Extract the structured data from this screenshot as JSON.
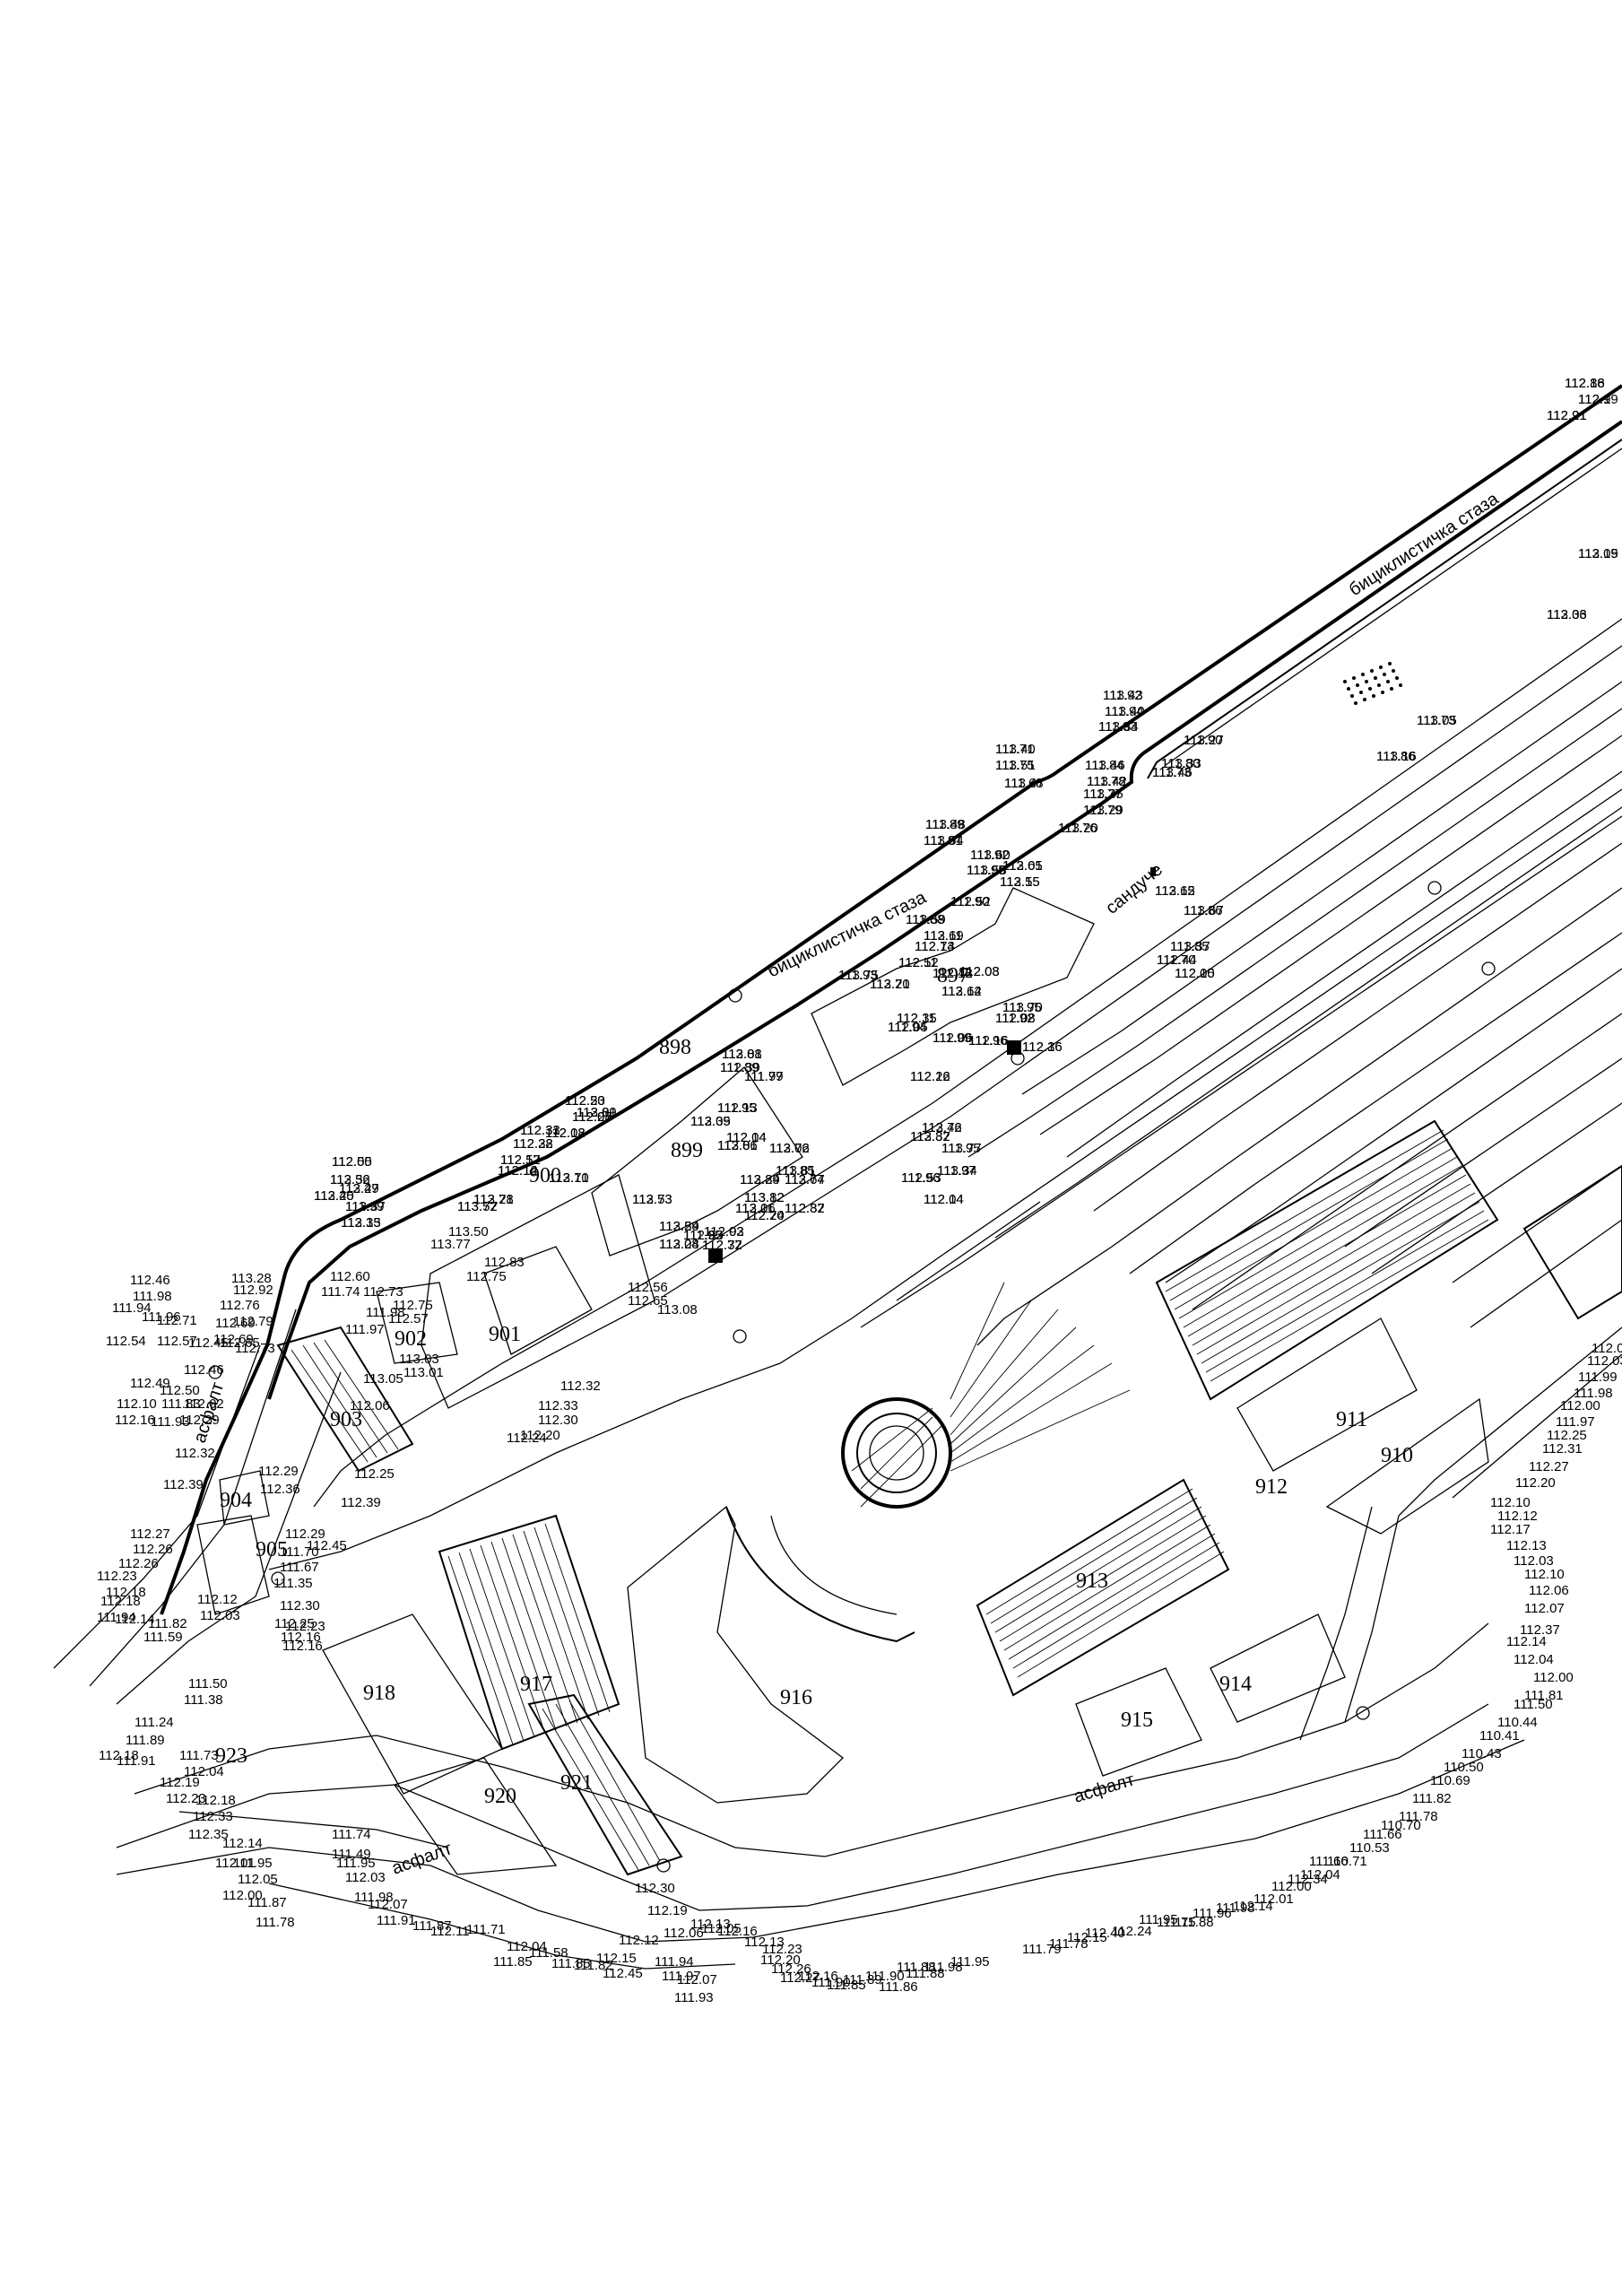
{
  "street_labels": {
    "bike_path_upper": "бициклистичка стаза",
    "bike_path_lower": "бициклистичка стаза",
    "asphalt_left": "асфалт",
    "asphalt_bottom": "асфалт",
    "asphalt_right": "асфалт",
    "box_label": "сандуче"
  },
  "parcels": [
    {
      "id": "p897",
      "label": "897"
    },
    {
      "id": "p898",
      "label": "898"
    },
    {
      "id": "p899",
      "label": "899"
    },
    {
      "id": "p900",
      "label": "900"
    },
    {
      "id": "p901",
      "label": "901"
    },
    {
      "id": "p902",
      "label": "902"
    },
    {
      "id": "p903",
      "label": "903"
    },
    {
      "id": "p904",
      "label": "904"
    },
    {
      "id": "p905",
      "label": "905"
    },
    {
      "id": "p910",
      "label": "910"
    },
    {
      "id": "p911",
      "label": "911"
    },
    {
      "id": "p912",
      "label": "912"
    },
    {
      "id": "p913",
      "label": "913"
    },
    {
      "id": "p914",
      "label": "914"
    },
    {
      "id": "p915",
      "label": "915"
    },
    {
      "id": "p916",
      "label": "916"
    },
    {
      "id": "p917",
      "label": "917"
    },
    {
      "id": "p918",
      "label": "918"
    },
    {
      "id": "p920",
      "label": "920"
    },
    {
      "id": "p921",
      "label": "921"
    },
    {
      "id": "p923",
      "label": "923"
    }
  ],
  "elevations": [
    "112.86",
    "112.9",
    "112.91",
    "113.19",
    "113.36",
    "113.43",
    "113.40",
    "113.34",
    "113.27",
    "113.33",
    "113.46",
    "113.40",
    "113.51",
    "113.47",
    "113.46",
    "113.42",
    "113.35",
    "113.29",
    "113.20",
    "113.05",
    "113.16",
    "113.48",
    "113.54",
    "113.60",
    "113.58",
    "113.61",
    "113.55",
    "113.62",
    "113.67",
    "113.37",
    "112.44",
    "112.15",
    "112.52",
    "113.59",
    "113.69",
    "112.74",
    "112.52",
    "112.03",
    "112.48",
    "113.64",
    "113.70",
    "113.75",
    "113.70",
    "112.35",
    "111.94",
    "112.08",
    "112.06",
    "112.16",
    "112.16",
    "112.12",
    "113.72",
    "113.82",
    "113.77",
    "113.34",
    "112.53",
    "112.04",
    "112.50",
    "112.28",
    "112.08",
    "113.81",
    "113.81",
    "113.39",
    "113.81",
    "112.39",
    "111.77",
    "112.13",
    "112.14",
    "113.76",
    "113.81",
    "113.77",
    "113.89",
    "113.82",
    "112.87",
    "112.70",
    "112.31",
    "112.28",
    "112.17",
    "112.12",
    "113.71",
    "113.78",
    "113.73",
    "113.59",
    "113.24",
    "113.11",
    "112.92",
    "112.83",
    "112.72",
    "112.00",
    "113.52",
    "113.45",
    "113.49",
    "113.37",
    "113.33",
    "113.57",
    "113.50",
    "113.72",
    "113.77",
    "112.83",
    "112.75",
    "112.56",
    "112.65",
    "113.08",
    "113.28",
    "112.92",
    "112.76",
    "112.79",
    "112.69",
    "112.69",
    "112.65",
    "112.73",
    "112.73",
    "112.60",
    "111.74",
    "111.98",
    "111.97",
    "112.75",
    "112.57",
    "112.46",
    "111.98",
    "111.94",
    "111.96",
    "112.71",
    "112.57",
    "112.54",
    "112.45",
    "112.46",
    "112.49",
    "112.50",
    "111.83",
    "112.02",
    "112.29",
    "112.10",
    "112.16",
    "111.93",
    "113.03",
    "113.01",
    "113.05",
    "112.06",
    "112.32",
    "112.33",
    "112.30",
    "112.20",
    "112.24",
    "112.32",
    "112.29",
    "112.36",
    "112.39",
    "112.25",
    "112.39",
    "112.29",
    "112.45",
    "112.27",
    "112.26",
    "112.26",
    "112.23",
    "112.18",
    "112.18",
    "112.14",
    "111.94",
    "111.70",
    "111.67",
    "111.35",
    "112.30",
    "112.25",
    "112.23",
    "112.16",
    "112.16",
    "112.12",
    "112.03",
    "111.82",
    "111.59",
    "111.50",
    "111.38",
    "111.24",
    "111.89",
    "112.18",
    "111.91",
    "111.73",
    "112.04",
    "112.19",
    "112.23",
    "112.18",
    "112.33",
    "112.35",
    "112.14",
    "112.01",
    "111.95",
    "112.05",
    "112.00",
    "111.87",
    "111.78",
    "111.74",
    "111.49",
    "111.95",
    "112.03",
    "111.98",
    "112.07",
    "111.91",
    "111.87",
    "112.11",
    "111.71",
    "112.04",
    "111.58",
    "111.85",
    "111.85",
    "111.82",
    "111.94",
    "111.97",
    "112.07",
    "111.93",
    "112.15",
    "112.45",
    "112.12",
    "112.30",
    "112.19",
    "112.06",
    "112.13",
    "112.05",
    "112.16",
    "112.13",
    "112.23",
    "112.20",
    "112.26",
    "112.27",
    "112.16",
    "111.90",
    "111.85",
    "111.89",
    "111.90",
    "111.86",
    "111.88",
    "111.88",
    "111.98",
    "111.95",
    "111.79",
    "111.78",
    "112.15",
    "112.40",
    "112.24",
    "111.95",
    "111.75",
    "111.88",
    "111.96",
    "111.98",
    "112.14",
    "112.01",
    "112.00",
    "112.34",
    "112.04",
    "111.66",
    "110.71",
    "110.53",
    "111.66",
    "110.70",
    "111.78",
    "111.82",
    "110.69",
    "110.50",
    "110.43",
    "110.41",
    "110.44",
    "111.50",
    "111.81",
    "112.00",
    "112.04",
    "112.14",
    "112.37",
    "112.07",
    "112.06",
    "112.10",
    "112.03",
    "112.13",
    "112.17",
    "112.12",
    "112.10",
    "112.20",
    "112.27",
    "112.31",
    "112.25",
    "111.97",
    "112.00",
    "111.98",
    "111.99",
    "112.03",
    "112.04",
    "112.18",
    "112.19",
    "112.21",
    "112.05",
    "112.03",
    "111.92",
    "111.94",
    "111.93",
    "111.90",
    "111.80",
    "111.73",
    "111.71",
    "111.75",
    "111.68",
    "111.84",
    "111.78",
    "111.77",
    "111.79",
    "111.76",
    "111.73",
    "111.86",
    "111.89",
    "111.91",
    "111.92",
    "111.95",
    "112.05",
    "112.15",
    "112.15",
    "111.86",
    "111.85",
    "111.70",
    "112.00",
    "111.90",
    "111.88",
    "112.11",
    "112.13",
    "112.11",
    "112.08",
    "112.12",
    "112.12",
    "111.95",
    "111.93",
    "112.21",
    "112.11",
    "112.05",
    "111.92",
    "111.99",
    "111.96",
    "112.36",
    "112.26",
    "112.46",
    "112.37",
    "111.95",
    "111.97",
    "111.96",
    "112.14",
    "112.23",
    "112.07",
    "112.12",
    "112.09",
    "112.06",
    "112.05",
    "112.08",
    "111.89",
    "111.99",
    "111.95",
    "112.04",
    "112.02",
    "111.85",
    "112.64",
    "112.24",
    "113.12",
    "112.32",
    "112.24",
    "112.33",
    "112.32",
    "112.52",
    "112.14",
    "112.10",
    "112.21",
    "112.53",
    "112.24",
    "112.08",
    "112.06",
    "112.03",
    "111.95",
    "112.37",
    "112.55",
    "112.36",
    "112.20",
    "112.27",
    "111.99",
    "112.15"
  ],
  "colors": {
    "ink": "#000000",
    "paper": "#ffffff"
  },
  "icons": [
    "manhole-icon",
    "arrow-icon",
    "hydrant-icon",
    "lamp-icon",
    "tree-icon",
    "station-icon"
  ]
}
